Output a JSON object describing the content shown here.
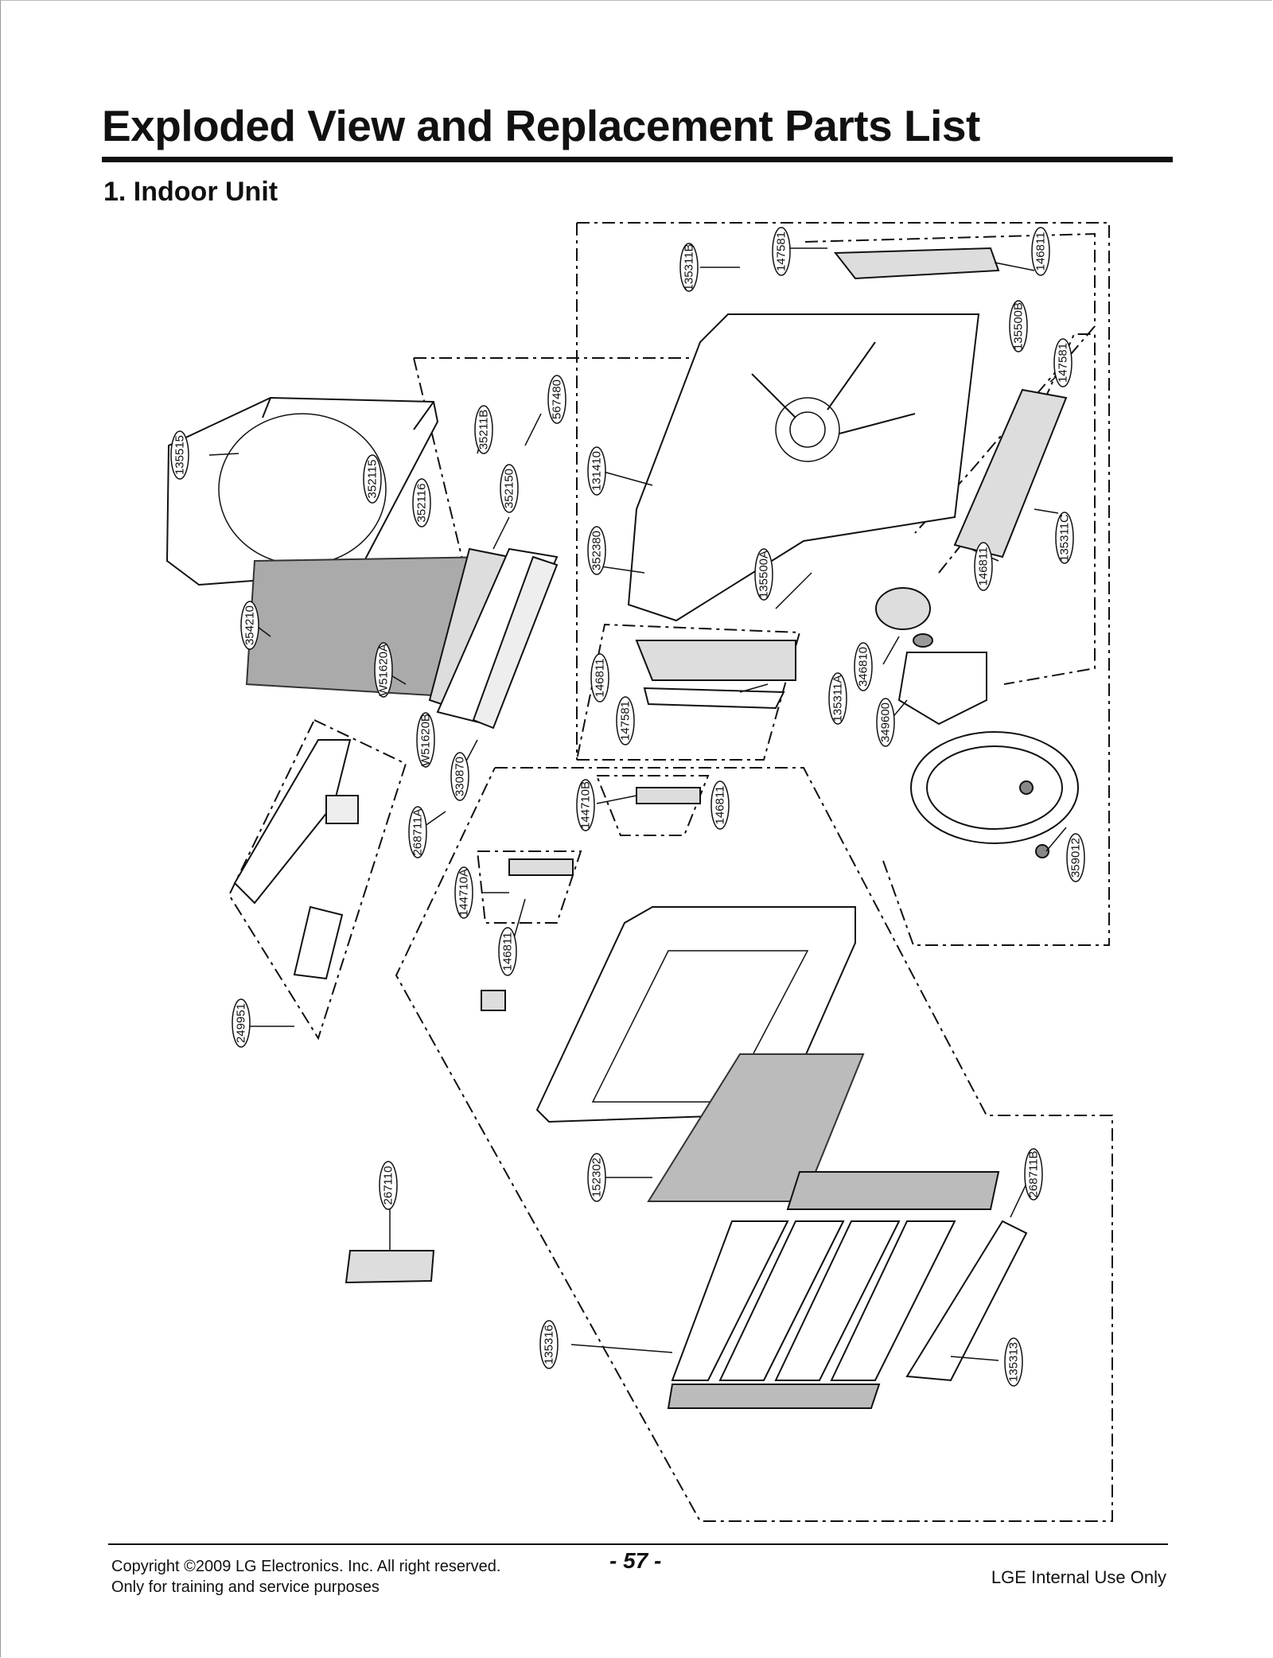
{
  "page_title": "Exploded View and Replacement Parts List",
  "section_title": "1. Indoor Unit",
  "part_labels": {
    "p135311B": "135311B",
    "p147581_top": "147581",
    "p146811_top": "146811",
    "p135500B": "135500B",
    "p147581_right": "147581",
    "p135311C": "135311C",
    "p146811_right": "146811",
    "p567480": "567480",
    "p35211B": "35211B",
    "p352150": "352150",
    "p135515": "135515",
    "p352115": "352115",
    "p352116": "352116",
    "p131410": "131410",
    "p352380": "352380",
    "p135500A": "135500A",
    "p354210": "354210",
    "pW51620A": "W51620A",
    "pW51620B": "W51620B",
    "p330870": "330870",
    "p146811_mid": "146811",
    "p147581_mid": "147581",
    "p135311A": "135311A",
    "p346810": "346810",
    "p349600": "349600",
    "p268711A": "268711A",
    "p144710B": "144710B",
    "p146811_b": "146811",
    "p359012": "359012",
    "p144710A": "144710A",
    "p146811_c": "146811",
    "p249951": "249951",
    "p152302": "152302",
    "p268711B": "268711B",
    "p267110": "267110",
    "p135316": "135316",
    "p135313": "135313"
  },
  "footer": {
    "copyright_line1": "Copyright ©2009 LG Electronics. Inc. All right reserved.",
    "copyright_line2": "Only for training and service purposes",
    "page_number": "- 57 -",
    "internal_note": "LGE Internal Use Only"
  }
}
